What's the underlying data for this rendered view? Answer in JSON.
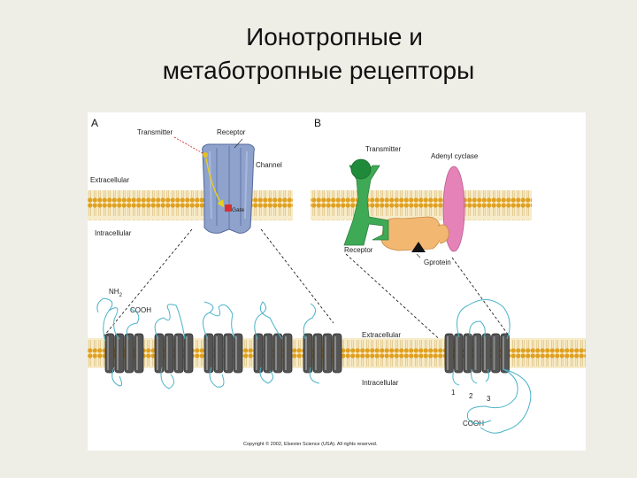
{
  "slide": {
    "title_line1": "Ионотропные и",
    "title_line2": "метаботропные рецепторы"
  },
  "figure": {
    "panel_a": {
      "letter": "A",
      "transmitter": "Transmitter",
      "receptor": "Receptor",
      "channel": "Channel",
      "extracellular": "Extracellular",
      "intracellular": "Intracellular",
      "gate": "Gate"
    },
    "panel_b": {
      "letter": "B",
      "transmitter": "Transmitter",
      "adenyl_cyclase": "Adenyl cyclase",
      "receptor": "Receptor",
      "gprotein": "Gprotein"
    },
    "bottom": {
      "nh2": "NH",
      "nh2_sub": "2",
      "cooh_left": "COOH",
      "extracellular": "Extracellular",
      "intracellular": "Intracellular",
      "num1": "1",
      "num2": "2",
      "num3": "3",
      "cooh_right": "COOH"
    },
    "copyright": "Copyright © 2002, Elsevier Science (USA). All rights reserved."
  },
  "colors": {
    "lipid_head": "#e0a020",
    "lipid_tail": "#f5e4b0",
    "channel": "#8ea2cc",
    "receptor_green": "#3faa55",
    "adenyl_pink": "#e582b8",
    "gprotein": "#f2b872",
    "protein_dark": "#555555",
    "chain": "#4bb3c8"
  }
}
